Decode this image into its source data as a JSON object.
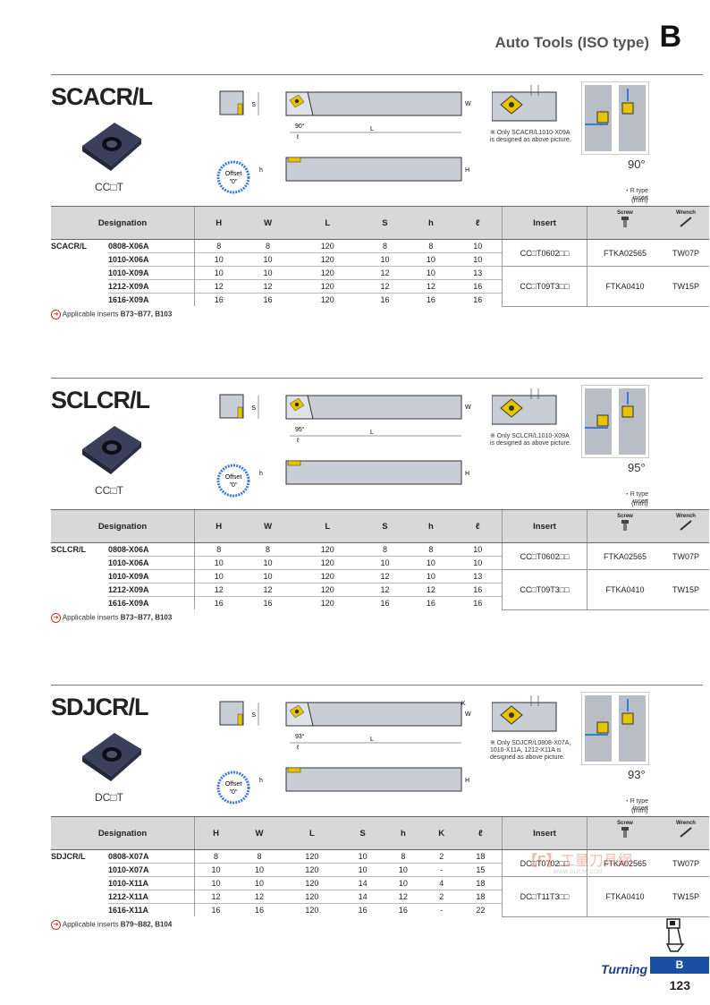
{
  "header": {
    "title": "Auto Tools (ISO type)",
    "letter": "B"
  },
  "sections": [
    {
      "title": "SCACR/L",
      "insert_code": "CC□T",
      "offset": "Offset\n\"0\"",
      "angle": "90°",
      "note": "※ Only SCACR/L1010-X09A is designed as above picture.",
      "r_type": "・R type insert",
      "unit": "(mm)",
      "cols": [
        "Designation",
        "H",
        "W",
        "L",
        "S",
        "h",
        "ℓ",
        "Insert",
        "Screw",
        "Wrench"
      ],
      "family": "SCACR/L",
      "rows": [
        [
          "0808-X06A",
          "8",
          "8",
          "120",
          "8",
          "8",
          "10"
        ],
        [
          "1010-X06A",
          "10",
          "10",
          "120",
          "10",
          "10",
          "10"
        ],
        [
          "1010-X09A",
          "10",
          "10",
          "120",
          "12",
          "10",
          "13"
        ],
        [
          "1212-X09A",
          "12",
          "12",
          "120",
          "12",
          "12",
          "16"
        ],
        [
          "1616-X09A",
          "16",
          "16",
          "120",
          "16",
          "16",
          "16"
        ]
      ],
      "groups": [
        {
          "insert": "CC□T0602□□",
          "screw": "FTKA02565",
          "wrench": "TW07P"
        },
        {
          "insert": "CC□T09T3□□",
          "screw": "FTKA0410",
          "wrench": "TW15P"
        }
      ],
      "applicable_label": "Applicable inserts",
      "applicable_pages": "B73~B77, B103",
      "diag": {
        "s": "S",
        "w": "W",
        "l": "L",
        "h": "h",
        "H": "H",
        "ang": "90°",
        "ell": "ℓ"
      }
    },
    {
      "title": "SCLCR/L",
      "insert_code": "CC□T",
      "offset": "Offset\n\"0\"",
      "angle": "95°",
      "note": "※ Only SCLCR/L1010-X09A is designed as above picture.",
      "r_type": "・R type insert",
      "unit": "(mm)",
      "cols": [
        "Designation",
        "H",
        "W",
        "L",
        "S",
        "h",
        "ℓ",
        "Insert",
        "Screw",
        "Wrench"
      ],
      "family": "SCLCR/L",
      "rows": [
        [
          "0808-X06A",
          "8",
          "8",
          "120",
          "8",
          "8",
          "10"
        ],
        [
          "1010-X06A",
          "10",
          "10",
          "120",
          "10",
          "10",
          "10"
        ],
        [
          "1010-X09A",
          "10",
          "10",
          "120",
          "12",
          "10",
          "13"
        ],
        [
          "1212-X09A",
          "12",
          "12",
          "120",
          "12",
          "12",
          "16"
        ],
        [
          "1616-X09A",
          "16",
          "16",
          "120",
          "16",
          "16",
          "16"
        ]
      ],
      "groups": [
        {
          "insert": "CC□T0602□□",
          "screw": "FTKA02565",
          "wrench": "TW07P"
        },
        {
          "insert": "CC□T09T3□□",
          "screw": "FTKA0410",
          "wrench": "TW15P"
        }
      ],
      "applicable_label": "Applicable inserts",
      "applicable_pages": "B73~B77, B103",
      "diag": {
        "s": "S",
        "w": "W",
        "l": "L",
        "h": "h",
        "H": "H",
        "ang": "95°",
        "ell": "ℓ"
      }
    },
    {
      "title": "SDJCR/L",
      "insert_code": "DC□T",
      "offset": "Offset\n\"0\"",
      "angle": "93°",
      "note": "※ Only SDJCR/L0808-X07A, 1010-X11A, 1212-X11A is designed as above picture.",
      "r_type": "・R type insert",
      "unit": "(mm)",
      "cols": [
        "Designation",
        "H",
        "W",
        "L",
        "S",
        "h",
        "K",
        "ℓ",
        "Insert",
        "Screw",
        "Wrench"
      ],
      "family": "SDJCR/L",
      "rows": [
        [
          "0808-X07A",
          "8",
          "8",
          "120",
          "10",
          "8",
          "2",
          "18"
        ],
        [
          "1010-X07A",
          "10",
          "10",
          "120",
          "10",
          "10",
          "-",
          "15"
        ],
        [
          "1010-X11A",
          "10",
          "10",
          "120",
          "14",
          "10",
          "4",
          "18"
        ],
        [
          "1212-X11A",
          "12",
          "12",
          "120",
          "14",
          "12",
          "2",
          "18"
        ],
        [
          "1616-X11A",
          "16",
          "16",
          "120",
          "16",
          "16",
          "-",
          "22"
        ]
      ],
      "groups": [
        {
          "insert": "DC□T0702□□",
          "screw": "FTKA02565",
          "wrench": "TW07P"
        },
        {
          "insert": "DC□T11T3□□",
          "screw": "FTKA0410",
          "wrench": "TW15P"
        }
      ],
      "applicable_label": "Applicable inserts",
      "applicable_pages": "B79~B82, B104",
      "diag": {
        "s": "S",
        "w": "W",
        "l": "L",
        "h": "h",
        "H": "H",
        "ang": "93°",
        "ell": "ℓ",
        "k": "K"
      }
    }
  ],
  "footer": {
    "section": "Turning",
    "letter": "B",
    "page": "123"
  },
  "watermark": {
    "text": "工量刀具網",
    "url": "WWW.GLRJW.COM"
  }
}
